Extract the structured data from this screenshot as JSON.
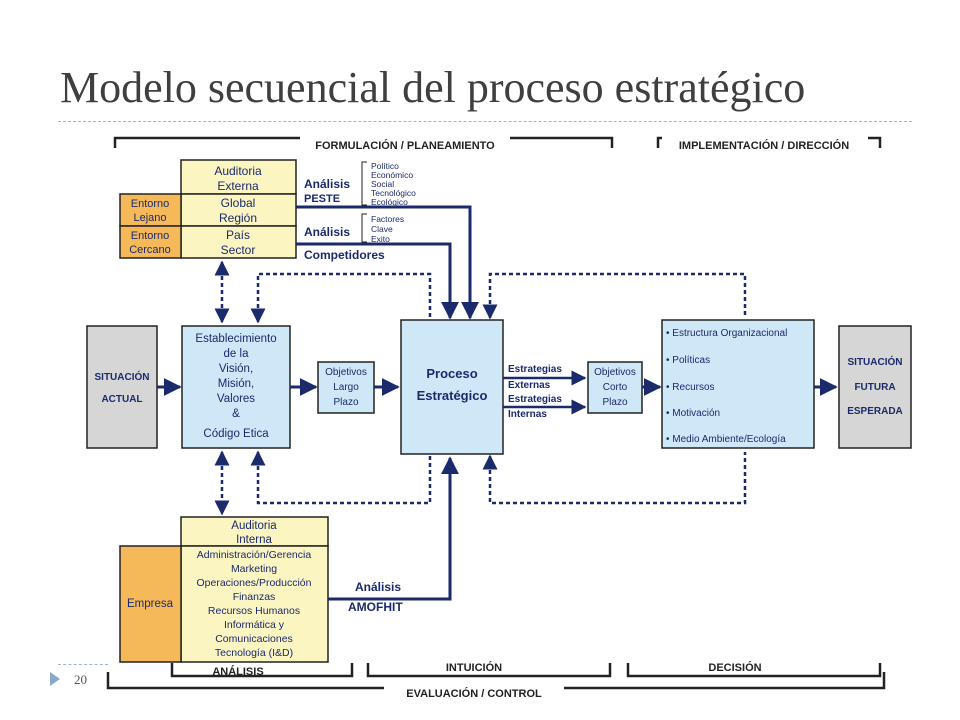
{
  "slide": {
    "title": "Modelo secuencial del proceso estratégico",
    "page_number": "20"
  },
  "diagram": {
    "brackets": {
      "formulacion": "FORMULACIÓN / PLANEAMIENTO",
      "implementacion": "IMPLEMENTACIÓN / DIRECCIÓN",
      "analisis": "ANÁLISIS",
      "intuicion": "INTUICIÓN",
      "decision": "DECISIÓN",
      "evaluacion": "EVALUACIÓN / CONTROL"
    },
    "externa": {
      "header1": "Auditoria",
      "header2": "Externa",
      "rows": [
        "Global",
        "Región",
        "País",
        "Sector"
      ],
      "lejano": [
        "Entorno",
        "Lejano"
      ],
      "cercano": [
        "Entorno",
        "Cercano"
      ]
    },
    "peste": {
      "label1": "Análisis",
      "label2": "PESTE",
      "items": [
        "Político",
        "Económico",
        "Social",
        "Tecnológico",
        "Ecológico"
      ]
    },
    "factores": {
      "label": "Análisis",
      "items": [
        "Factores",
        "Clave",
        "Exito"
      ],
      "competidores": "Competidores"
    },
    "situacion_actual": [
      "SITUACIÓN",
      "ACTUAL"
    ],
    "vision": [
      "Establecimiento",
      "de la",
      "Visión,",
      "Misión,",
      "Valores",
      "&",
      "Código Etica"
    ],
    "obj_largo": [
      "Objetivos",
      "Largo",
      "Plazo"
    ],
    "proceso": [
      "Proceso",
      "Estratégico"
    ],
    "estrategias": [
      "Estrategias",
      "Externas",
      "Estrategias",
      "Internas"
    ],
    "obj_corto": [
      "Objetivos",
      "Corto",
      "Plazo"
    ],
    "implementacion_items": [
      "• Estructura Organizacional",
      "• Políticas",
      "• Recursos",
      "• Motivación",
      "• Medio Ambiente/Ecología"
    ],
    "situacion_futura": [
      "SITUACIÓN",
      "FUTURA",
      "ESPERADA"
    ],
    "interna": {
      "header1": "Auditoria",
      "header2": "Interna",
      "items": [
        "Administración/Gerencia",
        "Marketing",
        "Operaciones/Producción",
        "Finanzas",
        "Recursos Humanos",
        "Informática y",
        "Comunicaciones",
        "Tecnología (I&D)"
      ],
      "empresa": "Empresa"
    },
    "amofhit": {
      "label1": "Análisis",
      "label2": "AMOFHIT"
    },
    "colors": {
      "navy": "#1b2a6b",
      "light_blue": "#cfe8f7",
      "yellow": "#fbf5c2",
      "orange": "#f5b95a",
      "gray": "#d6d6d6"
    }
  }
}
